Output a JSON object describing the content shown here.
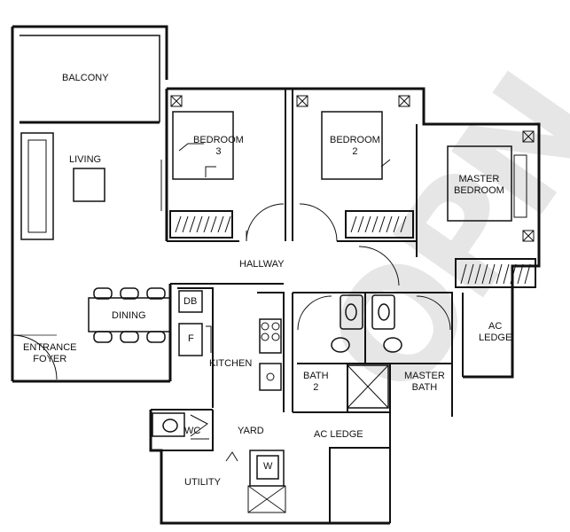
{
  "rooms": {
    "balcony": "BALCONY",
    "living": "LIVING",
    "bedroom3": {
      "name": "BEDROOM",
      "num": "3"
    },
    "bedroom2": {
      "name": "BEDROOM",
      "num": "2"
    },
    "master_bedroom": {
      "line1": "MASTER",
      "line2": "BEDROOM"
    },
    "hallway": "HALLWAY",
    "dining": "DINING",
    "db": "DB",
    "fridge": "F",
    "kitchen": "KITCHEN",
    "entrance": {
      "line1": "ENTRANCE",
      "line2": "FOYER"
    },
    "ac_ledge_right": {
      "line1": "AC",
      "line2": "LEDGE"
    },
    "bath2": {
      "line1": "BATH",
      "line2": "2"
    },
    "master_bath": {
      "line1": "MASTER",
      "line2": "BATH"
    },
    "wc": "WC",
    "yard": "YARD",
    "ac_ledge_bottom": "AC LEDGE",
    "washer": "W",
    "utility": "UTILITY"
  },
  "watermark": "OPN"
}
